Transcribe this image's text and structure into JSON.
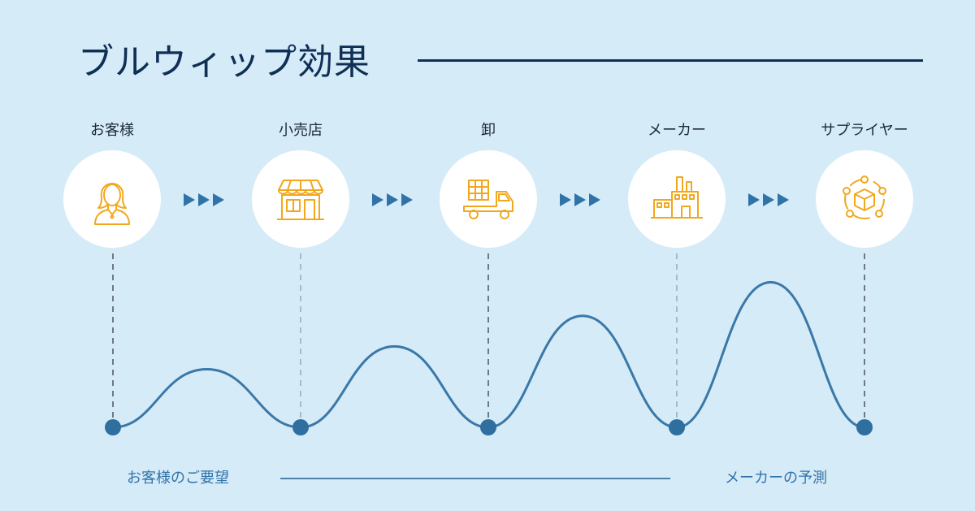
{
  "title": "ブルウィップ効果",
  "stages": [
    {
      "label": "お客様",
      "icon": "customer-woman-icon"
    },
    {
      "label": "小売店",
      "icon": "retail-store-icon"
    },
    {
      "label": "卸",
      "icon": "wholesale-truck-icon"
    },
    {
      "label": "メーカー",
      "icon": "factory-icon"
    },
    {
      "label": "サプライヤー",
      "icon": "supplier-network-icon"
    }
  ],
  "bottom": {
    "left_label": "お客様のご要望",
    "right_label": "メーカーの予測"
  },
  "wave_amplitude": [
    0.38,
    0.53,
    0.73,
    0.95
  ],
  "colors": {
    "background": "#d6ebf8",
    "title": "#0f2f55",
    "accent": "#f2a81d",
    "wave": "#3a78a8",
    "dot": "#2f6f9f",
    "arrow": "#2f73a8",
    "bottom_text": "#2f73a8"
  }
}
